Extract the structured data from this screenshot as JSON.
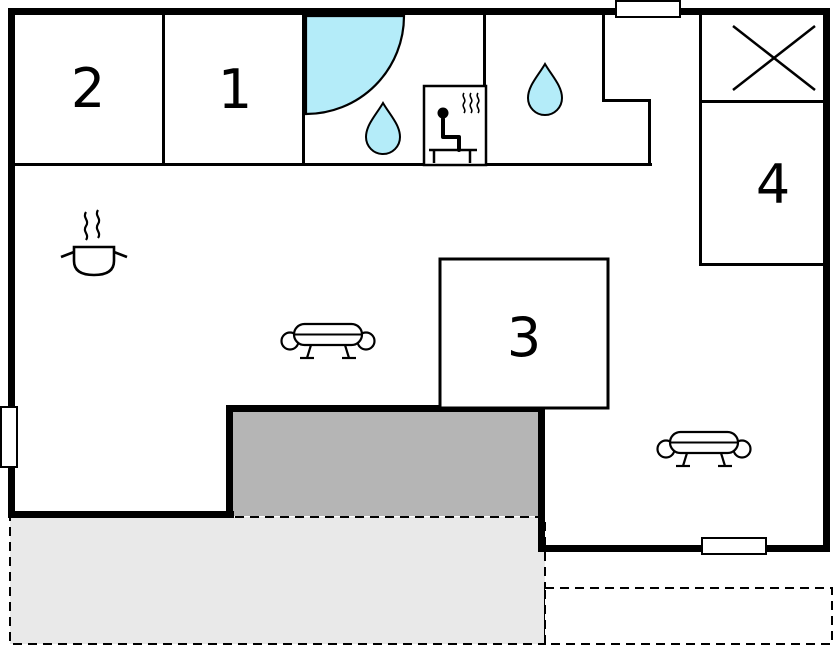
{
  "floorplan": {
    "rooms": {
      "room1": {
        "label": "1"
      },
      "room2": {
        "label": "2"
      },
      "room3": {
        "label": "3"
      },
      "room4": {
        "label": "4"
      }
    },
    "colors": {
      "wall": "#000000",
      "background": "#ffffff",
      "water_fill": "#b4ecf9",
      "inner_terrace_fill": "#b5b5b5",
      "outer_terrace_fill": "#e9e9e9"
    },
    "icons": {
      "shower": "shower-icon",
      "water_drop_bath": "water-drop-icon",
      "water_drop_wc": "water-drop-icon",
      "sauna": "sauna-person-icon",
      "stove": "stove-pot-icon",
      "sofa_living": "sofa-icon",
      "sofa_bedroom": "sofa-icon",
      "crossed_area": "crossed-out-area-icon",
      "window_top": "window-opening-icon",
      "window_left": "window-opening-icon",
      "window_bottom": "window-opening-icon"
    }
  }
}
